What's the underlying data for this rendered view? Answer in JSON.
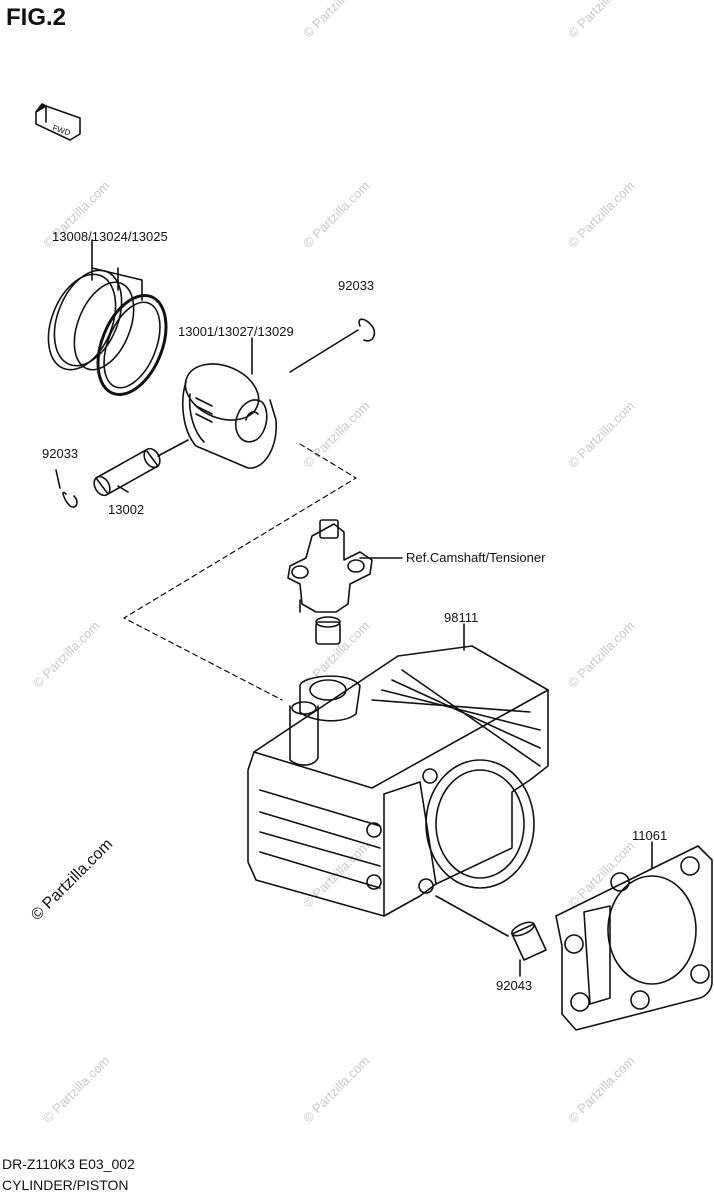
{
  "figure": {
    "title": "FIG.2",
    "fwd_label": "FWD"
  },
  "watermark": {
    "text": "© Partzilla.com"
  },
  "parts": [
    {
      "id": "rings",
      "label": "13008/13024/13025"
    },
    {
      "id": "clip-right",
      "label": "92033"
    },
    {
      "id": "piston",
      "label": "13001/13027/13029"
    },
    {
      "id": "clip-left",
      "label": "92033"
    },
    {
      "id": "pin",
      "label": "13002"
    },
    {
      "id": "tensioner-ref",
      "label": "Ref.Camshaft/Tensioner"
    },
    {
      "id": "cylinder",
      "label": "98111"
    },
    {
      "id": "gasket",
      "label": "11061"
    },
    {
      "id": "dowel",
      "label": "92043"
    }
  ],
  "footer": {
    "code": "DR-Z110K3 E03_002",
    "name": "CYLINDER/PISTON"
  }
}
